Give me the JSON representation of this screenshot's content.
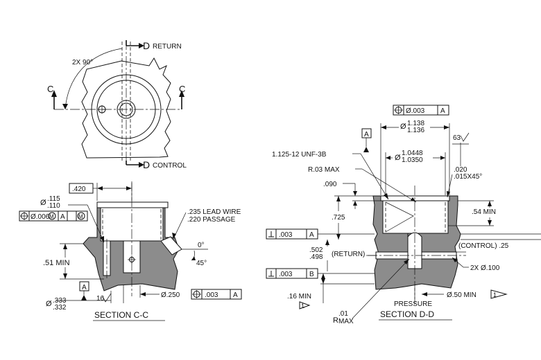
{
  "top_view": {
    "section_d_return_letter": "D",
    "section_d_return_word": "RETURN",
    "section_d_control_letter": "D",
    "section_d_control_word": "CONTROL",
    "angle_label": "2X 90°",
    "section_c_left": "C",
    "section_c_right": "C"
  },
  "section_cc": {
    "title": "SECTION C-C",
    "dim_top_width": ".420",
    "dia_small_upper": ".115",
    "dia_small_lower": ".110",
    "dia_symbol_left": "Ø",
    "fcf_position_tolerance": "Ø.006",
    "fcf_mod_m1": "M",
    "fcf_datum_a": "A",
    "fcf_mod_m2": "M",
    "lead_wire_upper": ".235 LEAD WIRE",
    "lead_wire_lower": ".220 PASSAGE",
    "angle_upper": "0°",
    "angle_lower": "45°",
    "min_depth": ".51 MIN",
    "datum_a": "A",
    "dia_bottom_prefix": "Ø",
    "dia_bottom_upper": ".333",
    "dia_bottom_lower": ".332",
    "surface_finish": "16",
    "hole_dia": "Ø.250",
    "hole_fcf_tol": ".003",
    "hole_fcf_datum": "A"
  },
  "section_dd": {
    "title": "SECTION D-D",
    "fcf_top_tol": "Ø.003",
    "fcf_top_datum": "A",
    "bore_dia_prefix": "Ø",
    "bore_upper": "1.138",
    "bore_lower": "1.136",
    "datum_a": "A",
    "surface_finish": "63",
    "thread_callout": "1.125-12 UNF-3B",
    "inner_dia_prefix": "Ø",
    "inner_upper": "1.0448",
    "inner_lower": "1.0350",
    "radius_callout": "R.03 MAX",
    "chamfer_upper": ".020",
    "chamfer_lower": ".015X45°",
    "dim_090": ".090",
    "dim_725": ".725",
    "dim_54_min": ".54 MIN",
    "perp_tol_1": ".003",
    "perp_datum_1": "A",
    "dim_502": ".502",
    "dim_498": ".498",
    "return_label": "(RETURN)",
    "control_label": "(CONTROL) .25",
    "perp_tol_2": ".003",
    "perp_datum_2": "B",
    "holes_label": "2X Ø.100",
    "dim_16_min": ".16 MIN",
    "note_flag_1": "1",
    "pressure_label": "PRESSURE",
    "dim_050_min": "Ø.50 MIN",
    "note_flag_2": "1",
    "radius_letter": "R",
    "radius_value": ".01",
    "radius_max": "MAX"
  }
}
